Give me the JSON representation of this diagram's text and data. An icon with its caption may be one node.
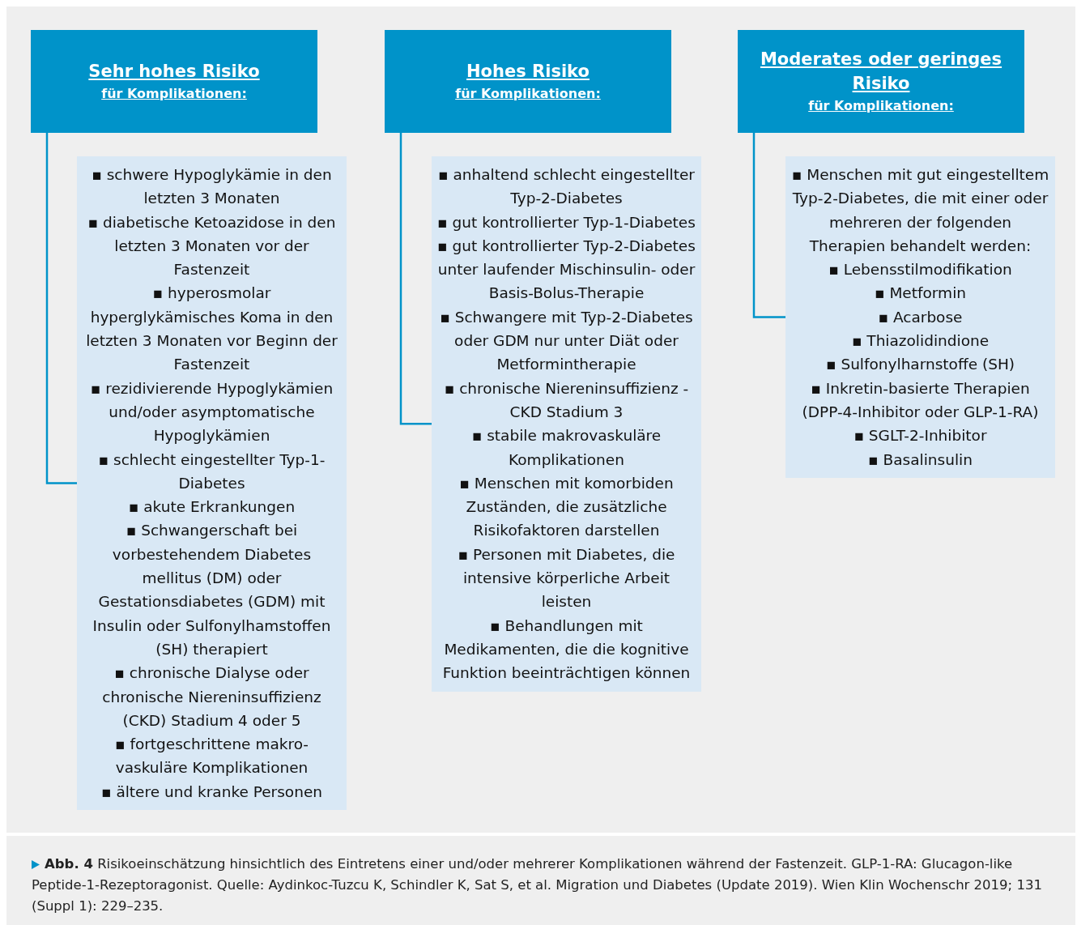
{
  "diagram": {
    "caption": "**Abb. 4** Risikoeinschätzung hinsichtlich des Eintretens einer und/oder mehrerer Komplikationen während der Fastenzeit. GLP-1-RA: Glucagon-like Peptide-1-Rezeptoragonist. Quelle: Aydinkoc-Tuzcu K, Schindler K, Sat S, et al. Migration und Diabetes (Update 2019). Wien Klin Wochenschr 2019; 131 (Suppl 1): 229–235.",
    "nodes": [
      {
        "text": [
          "Sehr hohes Risiko",
          "für Komplikationen:"
        ]
      },
      {
        "text": [
          "Hohes Risiko",
          "für Komplikationen:"
        ]
      },
      {
        "text": [
          "Moderates oder geringes Risiko",
          "für Komplikationen:"
        ]
      },
      {
        "text": [
          "▪ schwere Hypoglykämie in den letzten 3 Monaten",
          "▪ diabetische Ketoazidose in den letzten 3 Monaten vor der Fastenzeit",
          "▪ hyperosmolar hyperglykämisches Koma in den letzten 3 Monaten vor Beginn der Fastenzeit",
          "▪ rezidivierende Hypoglykämien und/oder asymptomatische Hypoglykämien",
          "▪ schlecht eingestellter Typ-1-Diabetes",
          "▪ akute Erkrankungen",
          "▪ Schwangerschaft bei vorbestehendem Diabetes mellitus (DM) oder Gestationsdiabetes (GDM) mit Insulin oder Sulfonylhamstoffen (SH) therapiert",
          "▪ chronische Dialyse oder chronische Niereninsuffizienz (CKD) Stadium 4 oder 5",
          "▪ fortgeschrittene makro-vaskuläre Komplikationen",
          "▪ ältere und kranke Personen"
        ]
      },
      {
        "text": [
          "▪ anhaltend schlecht eingestellter Typ-2-Diabetes",
          "▪ gut kontrollierter Typ-1-Diabetes",
          "▪ gut kontrollierter Typ-2-Diabetes unter laufender Mischinsulin- oder Basis-Bolus-Therapie",
          "▪ Schwangere mit Typ-2-Diabetes oder GDM nur unter Diät oder Metformintherapie",
          "▪ chronische Niereninsuffizienz - CKD Stadium 3",
          "▪ stabile makrovaskuläre Komplikationen",
          "▪ Menschen mit komorbiden Zuständen, die zusätzliche Risikofaktoren darstellen",
          "▪ Personen mit Diabetes, die intensive körperliche Arbeit leisten",
          "▪ Behandlungen mit Medikamenten, die die kognitive Funktion beeinträchtigen können"
        ]
      },
      {
        "text": [
          "▪ Menschen mit gut eingestelltem Typ-2-Diabetes, die mit einer oder mehreren der folgenden Therapien behandelt werden:",
          "▪ Lebensstilmodifikation",
          "▪ Metformin",
          "▪ Acarbose",
          "▪ Thiazolidindione",
          "▪ Sulfonylharnstoffe (SH)",
          "▪ Inkretin-basierte Therapien (DPP-4-Inhibitor oder GLP-1-RA)",
          "▪ SGLT-2-Inhibitor",
          "▪ Basalinsulin"
        ]
      }
    ],
    "edges": [
      {
        "from": 0,
        "to": 3,
        "arrow": "none"
      },
      {
        "from": 1,
        "to": 4,
        "arrow": "none"
      },
      {
        "from": 2,
        "to": 5,
        "arrow": "none"
      }
    ]
  }
}
